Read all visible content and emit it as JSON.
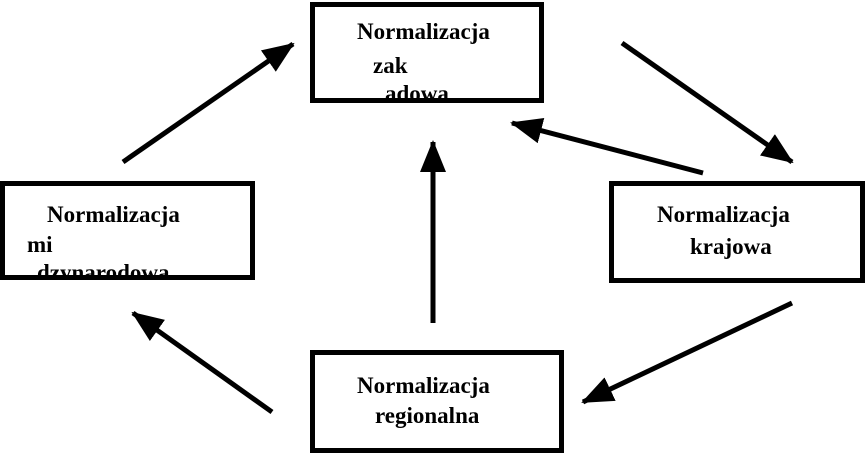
{
  "colors": {
    "stroke": "#000000",
    "background": "#ffffff"
  },
  "nodes": {
    "zakladowa": {
      "line1": "Normalizacja",
      "line2": "zak",
      "line3": "adowa"
    },
    "miedzynarodowa": {
      "line1": "Normalizacja",
      "line2": "mi",
      "line3": "dzynarodowa"
    },
    "krajowa": {
      "line1": "Normalizacja",
      "line2": "krajowa"
    },
    "regionalna": {
      "line1": "Normalizacja",
      "line2": "regionalna"
    }
  },
  "edges": [
    {
      "from": "miedzynarodowa",
      "to": "zakladowa"
    },
    {
      "from": "zakladowa",
      "to": "krajowa"
    },
    {
      "from": "krajowa",
      "to": "zakladowa"
    },
    {
      "from": "regionalna",
      "to": "zakladowa"
    },
    {
      "from": "krajowa",
      "to": "regionalna"
    },
    {
      "from": "regionalna",
      "to": "miedzynarodowa"
    }
  ]
}
